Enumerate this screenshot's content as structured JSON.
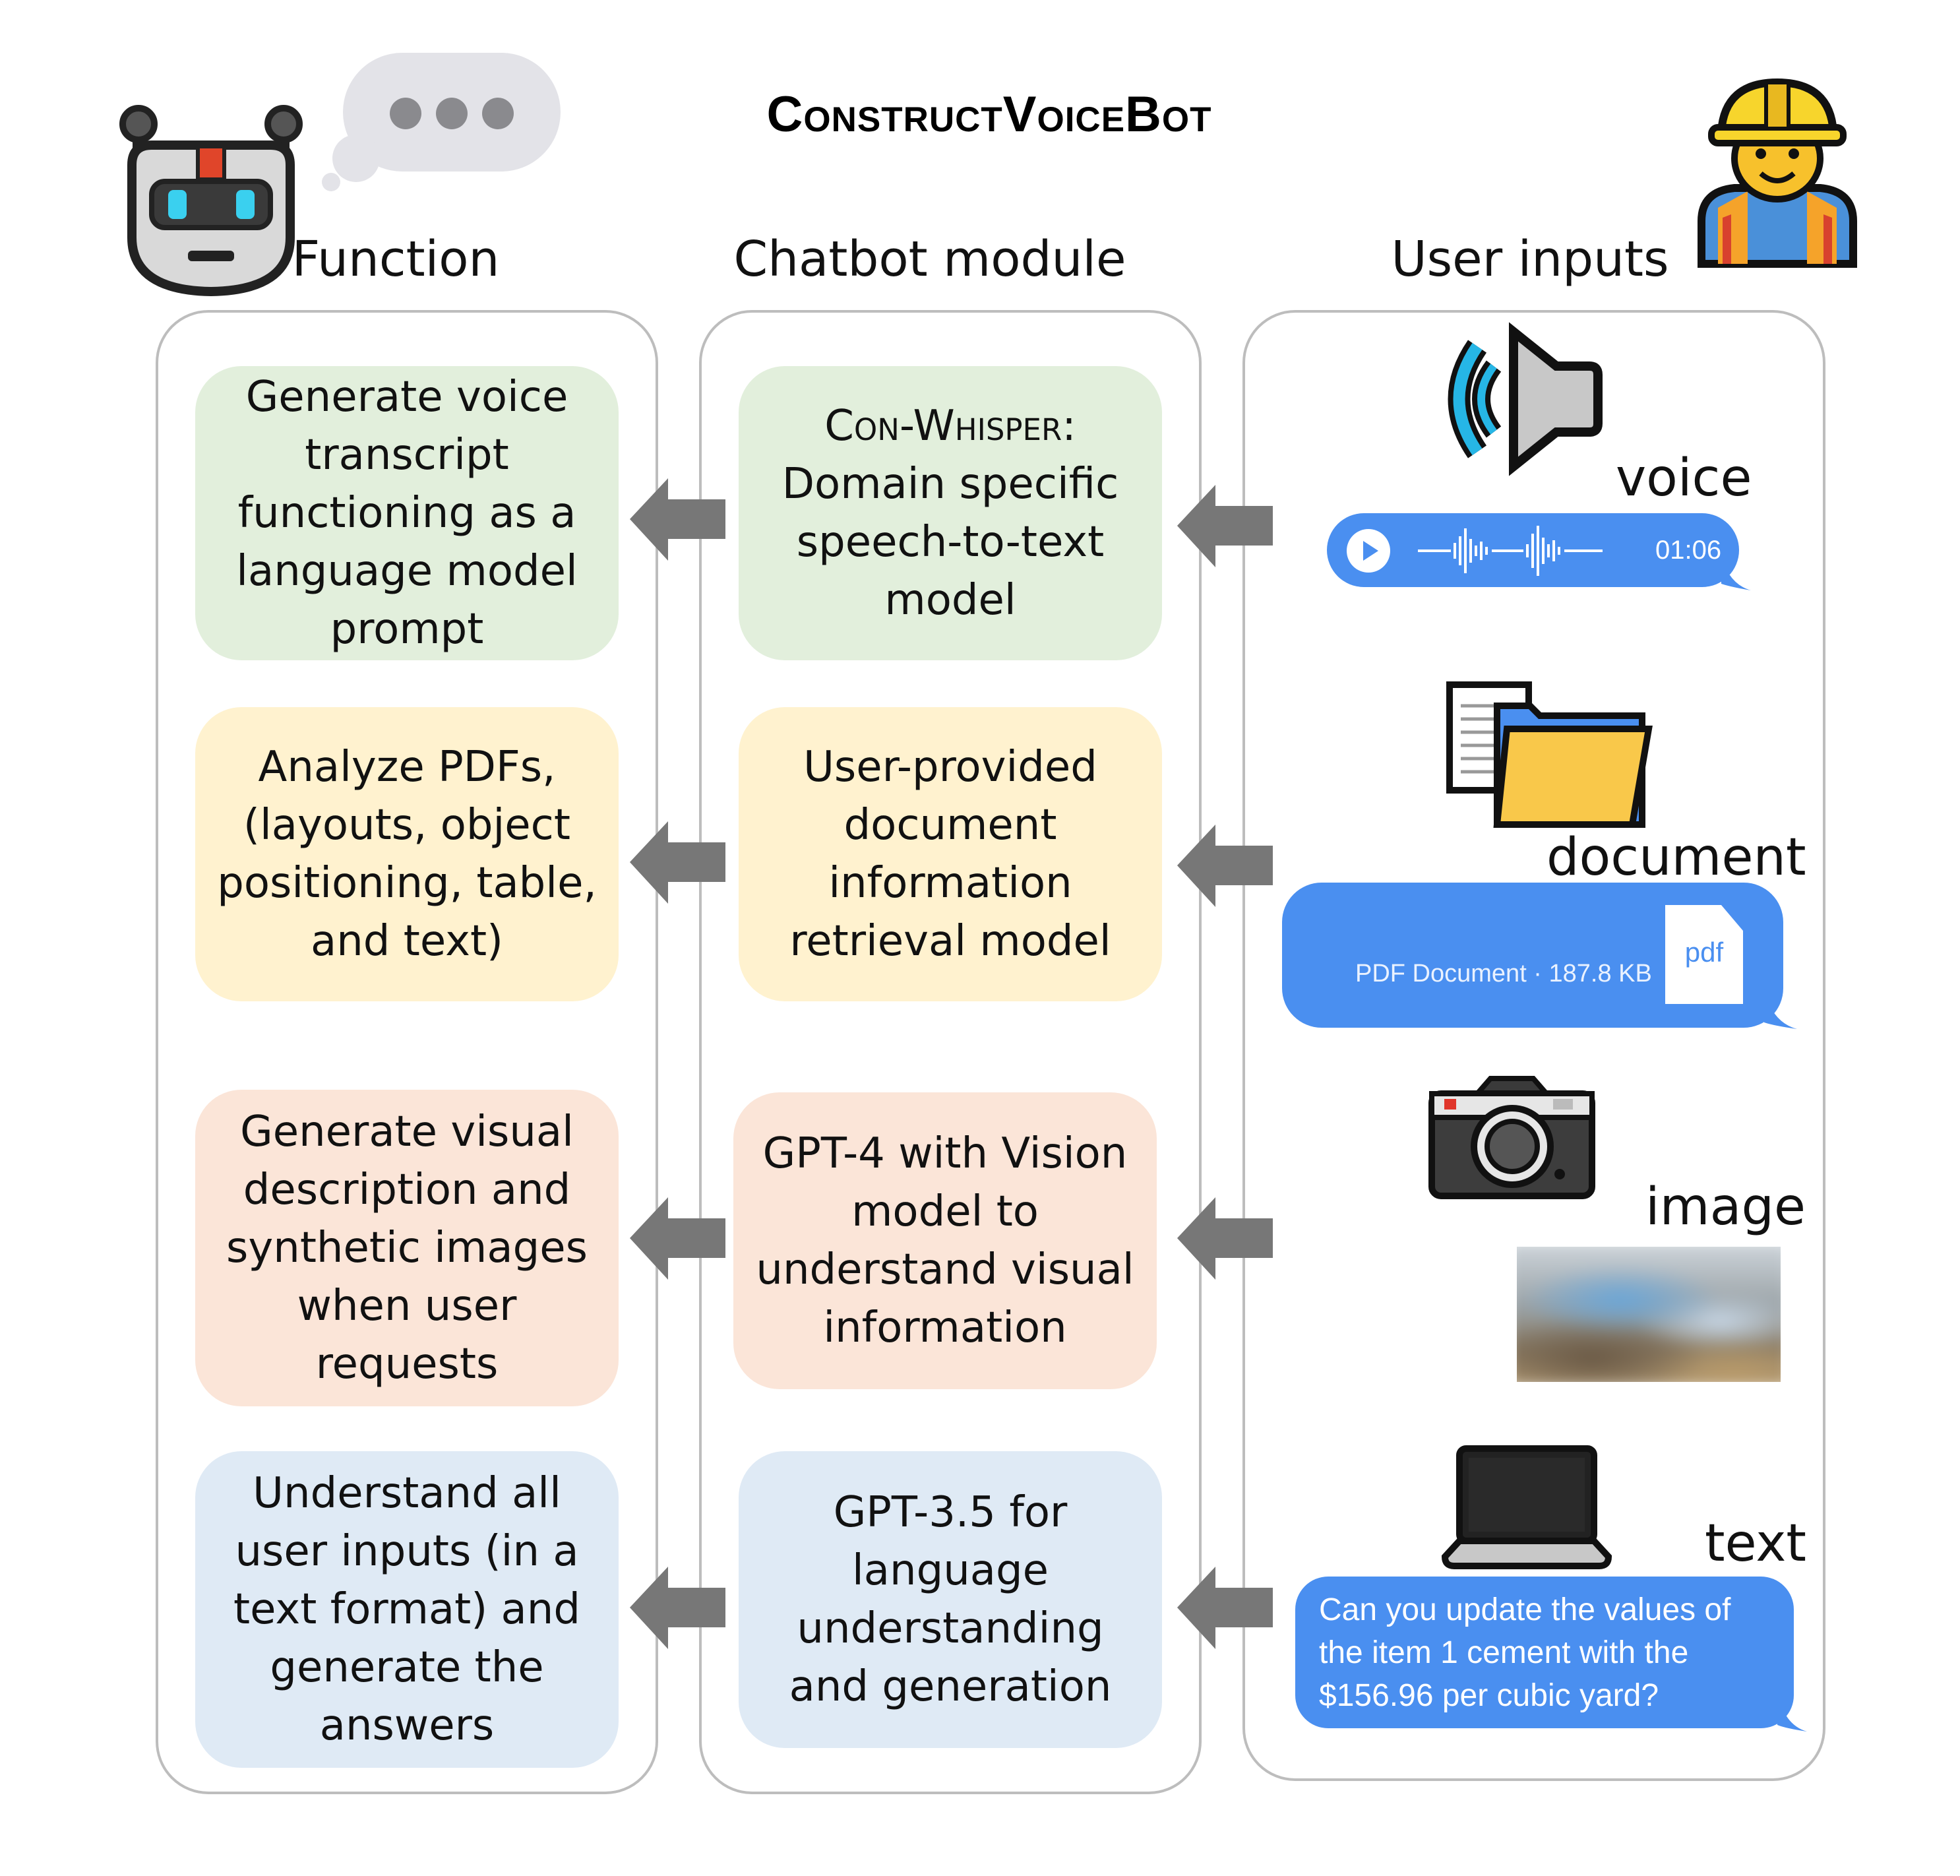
{
  "title": "ConstructVoiceBot",
  "columns": {
    "function": "Function",
    "module": "Chatbot module",
    "inputs": "User inputs"
  },
  "rows": [
    {
      "function": "Generate voice transcript functioning as a language model prompt",
      "module_line1": "Con-Whisper:",
      "module_rest": "Domain specific speech-to-text model",
      "input": "voice"
    },
    {
      "function": "Analyze PDFs, (layouts, object positioning, table, and text)",
      "module": "User-provided document information retrieval model",
      "input": "document"
    },
    {
      "function": "Generate visual description and synthetic images when user requests",
      "module": "GPT-4 with Vision model to understand visual information",
      "input": "image"
    },
    {
      "function": "Understand all user inputs (in a text format) and generate the answers",
      "module": "GPT-3.5 for language understanding and generation",
      "input": "text"
    }
  ],
  "voice_message": {
    "duration": "01:06"
  },
  "pdf_message": {
    "meta": "PDF Document · 187.8 KB",
    "badge": "pdf"
  },
  "text_message": "Can you update the values of the item 1 cement with the $156.96 per cubic yard?",
  "colors": {
    "green": "#e2efdc",
    "yellow": "#fff2cf",
    "peach": "#fbe5d8",
    "blue": "#dfeaf5",
    "bubble": "#4a8ff0",
    "arrow": "#777777",
    "panel_border": "#bdbdbd"
  },
  "icons": [
    "robot-icon",
    "thought-bubble-icon",
    "construction-worker-icon",
    "speaker-icon",
    "folder-document-icon",
    "camera-icon",
    "laptop-icon",
    "play-icon",
    "arrow-left-icon"
  ]
}
